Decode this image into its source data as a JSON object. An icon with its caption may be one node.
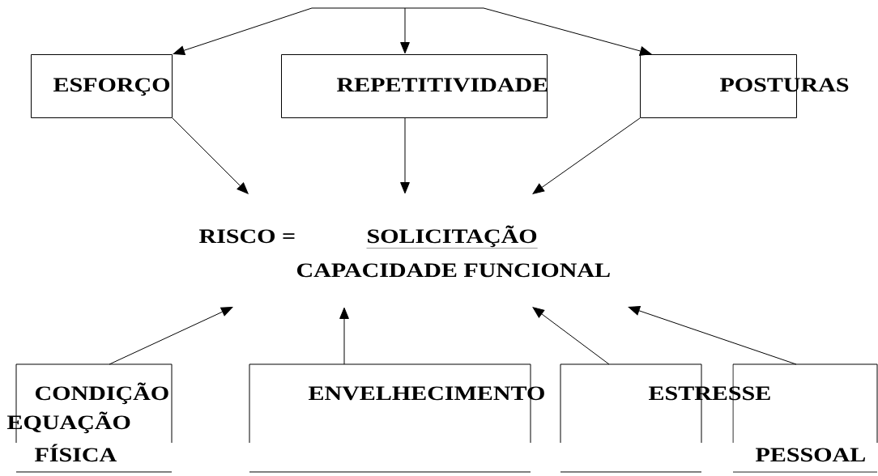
{
  "diagram": {
    "nodes": [
      {
        "text": [
          "ESFORÇO"
        ]
      },
      {
        "text": [
          "REPETITIVIDADE"
        ]
      },
      {
        "text": [
          "POSTURAS"
        ]
      },
      {
        "text": [
          "RISCO =",
          "SOLICITAÇÃO",
          "CAPACIDADE FUNCIONAL"
        ]
      },
      {
        "text": [
          "CONDIÇÃO FÍSICA"
        ]
      },
      {
        "text": [
          "ENVELHECIMENTO"
        ]
      },
      {
        "text": [
          "ESTRESSE"
        ]
      },
      {
        "text": [
          "PESSOAL"
        ]
      }
    ],
    "edges": [
      {
        "from": null,
        "to": 0,
        "arrow": "to"
      },
      {
        "from": null,
        "to": 1,
        "arrow": "to"
      },
      {
        "from": null,
        "to": 2,
        "arrow": "to"
      },
      {
        "from": 0,
        "to": 3,
        "arrow": "to"
      },
      {
        "from": 1,
        "to": 3,
        "arrow": "to"
      },
      {
        "from": 2,
        "to": 3,
        "arrow": "to"
      },
      {
        "from": 4,
        "to": 3,
        "arrow": "to"
      },
      {
        "from": 5,
        "to": 3,
        "arrow": "to"
      },
      {
        "from": 6,
        "to": 3,
        "arrow": "to"
      },
      {
        "from": 7,
        "to": 3,
        "arrow": "to"
      }
    ],
    "labels": [
      "EQUAÇÃO"
    ]
  }
}
